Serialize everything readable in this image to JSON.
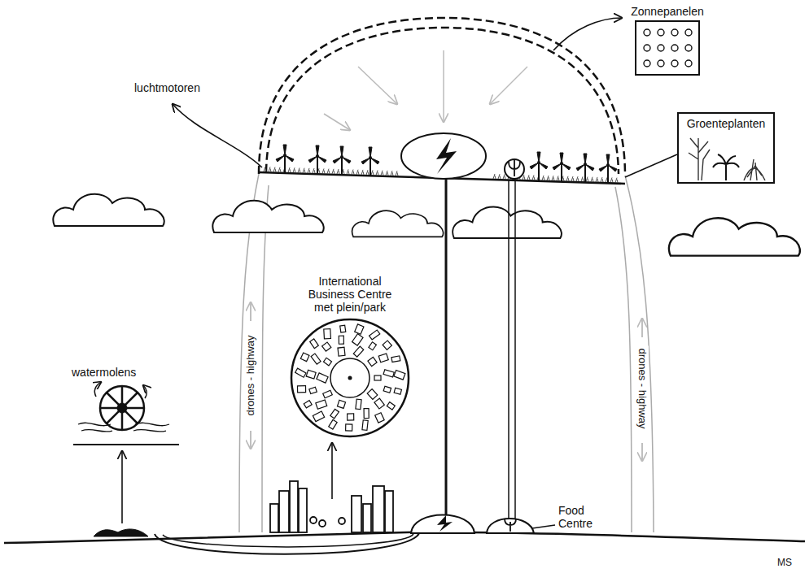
{
  "diagram": {
    "nodes": [
      {
        "text": [
          "Zonnepanelen"
        ]
      },
      {
        "text": [
          "Groenteplanten"
        ]
      },
      {
        "text": [
          "International Business Centre met plein/park"
        ]
      }
    ],
    "labels": [
      "luchtmotoren",
      "drones - highway",
      "drones - highway",
      "watermolens",
      "Food Centre",
      "MS"
    ]
  }
}
